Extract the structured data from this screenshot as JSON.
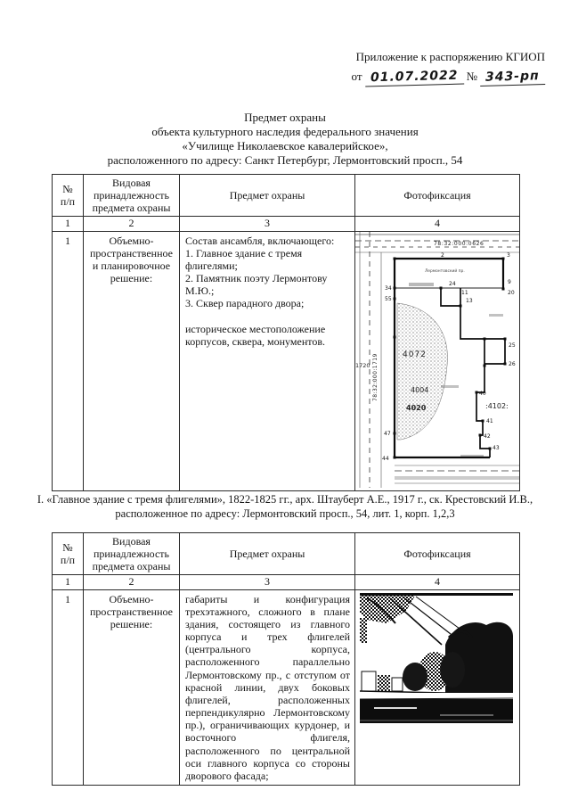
{
  "page": {
    "header_note": "Приложение к распоряжению КГИОП",
    "date_prefix": "от",
    "date_value": "01.07.2022",
    "number_sign": "№",
    "number_value": "343-рп"
  },
  "title": {
    "line1": "Предмет охраны",
    "line2": "объекта культурного наследия федерального значения",
    "line3": "«Училище Николаевское кавалерийское»,",
    "line4": "расположенного по адресу: Санкт Петербург, Лермонтовский просп., 54"
  },
  "table": {
    "headers": {
      "col1": "№\nп/п",
      "col2": "Видовая\nпринадлежность\nпредмета охраны",
      "col3": "Предмет охраны",
      "col4": "Фотофиксация"
    },
    "col_numbers": {
      "c1": "1",
      "c2": "2",
      "c3": "3",
      "c4": "4"
    }
  },
  "table1_row": {
    "num": "1",
    "category": "Объемно-\nпространственное\nи планировочное\nрешение:",
    "subject": "Состав ансамбля, включающего:\n1. Главное здание с тремя флигелями;\n2. Памятник поэту Лермонтову М.Ю.;\n3. Сквер парадного двора;\n\nисторическое местоположение корпусов, сквера, монументов."
  },
  "section1": {
    "heading": "I. «Главное здание с тремя флигелями», 1822-1825 гг., арх. Штауберт А.Е., 1917 г., ск. Крестовский И.В., расположенное по адресу: Лермонтовский просп., 54, лит. 1, корп. 1,2,3"
  },
  "table2_row": {
    "num": "1",
    "category": "Объемно-\nпространственное\nрешение:",
    "subject": "габариты и конфигурация трехэтажного, сложного в плане здания, состоящего из главного корпуса и трех флигелей (центрального корпуса, расположенного параллельно Лермонтовскому пр., с отступом от красной линии, двух боковых флигелей, расположенных перпендикулярно Лермонтовскому пр.), ограничивающих курдонер, и восточного флигеля, расположенного по центральной оси главного корпуса со стороны дворового фасада;"
  },
  "map": {
    "cad_top": "78:32:000:0626",
    "cad_left": "78:32:000:1719",
    "street": "Лермонтовский пр.",
    "parcel_4072": "4072",
    "parcel_4004": "4004",
    "parcel_4020": "4020",
    "parcel_4102": ":4102:",
    "parcel_1720": "1720",
    "points": {
      "p2": "2",
      "p3": "3",
      "p9": "9",
      "p20": "20",
      "p24": "24",
      "p11": "11",
      "p13": "13",
      "p25": "25",
      "p26": "26",
      "p34": "34",
      "p55": "55",
      "p47": "47",
      "p40": "40",
      "p41": "41",
      "p42": "42",
      "p43": "43",
      "p44": "44"
    }
  },
  "colors": {
    "ink": "#151515",
    "border": "#2a2a2a"
  }
}
